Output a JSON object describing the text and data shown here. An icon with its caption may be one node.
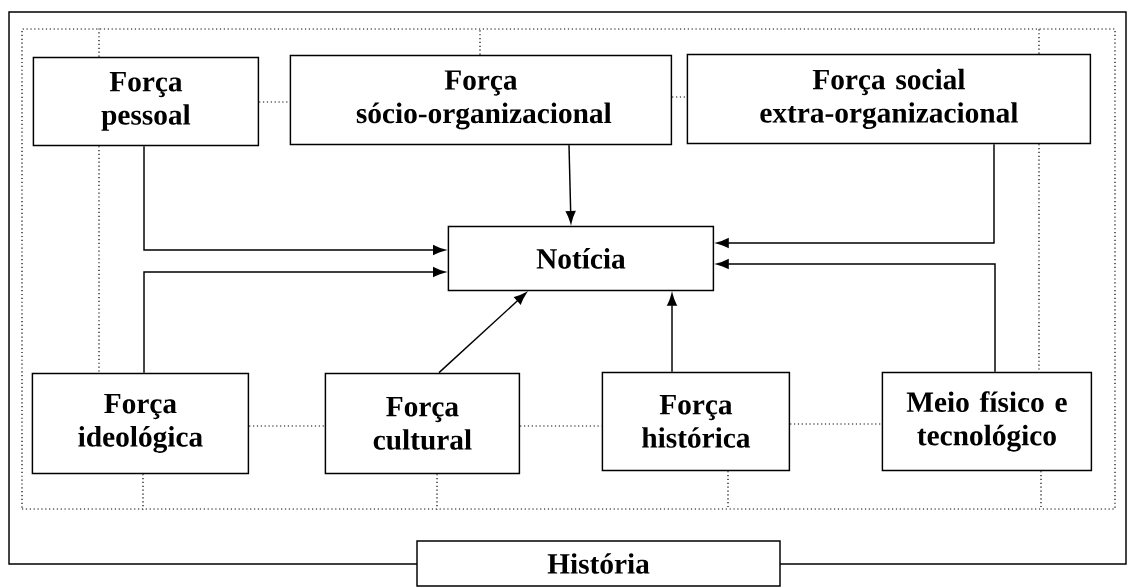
{
  "diagram": {
    "nodes": [
      {
        "text": [],
        "shape": "box"
      },
      {
        "text": [
          "Força pessoal"
        ],
        "in": 0
      },
      {
        "text": [
          "Força sócio-organizacional"
        ],
        "in": 0
      },
      {
        "text": [
          "Força social extra-organizacional"
        ],
        "in": 0
      },
      {
        "text": [
          "Notícia"
        ],
        "in": 0
      },
      {
        "text": [
          "Força ideológica"
        ],
        "in": 0
      },
      {
        "text": [
          "Força cultural"
        ],
        "in": 0
      },
      {
        "text": [
          "Força histórica"
        ],
        "in": 0
      },
      {
        "text": [
          "Meio físico e tecnológico"
        ],
        "in": 0
      },
      {
        "text": [
          "História"
        ]
      }
    ],
    "edges": [
      {
        "from": 1,
        "to": 4,
        "arrow": "to"
      },
      {
        "from": 5,
        "to": 4,
        "arrow": "to"
      },
      {
        "from": 2,
        "to": 4,
        "arrow": "to"
      },
      {
        "from": 3,
        "to": 4,
        "arrow": "to"
      },
      {
        "from": 8,
        "to": 4,
        "arrow": "to"
      },
      {
        "from": 6,
        "to": 4,
        "arrow": "to"
      },
      {
        "from": 7,
        "to": 4,
        "arrow": "to"
      },
      {
        "from": 1,
        "to": 2,
        "arrow": "none",
        "style": "dashed"
      },
      {
        "from": 2,
        "to": 3,
        "arrow": "none",
        "style": "dashed"
      },
      {
        "from": 5,
        "to": 6,
        "arrow": "none",
        "style": "dashed"
      },
      {
        "from": 6,
        "to": 7,
        "arrow": "none",
        "style": "dashed"
      },
      {
        "from": 7,
        "to": 8,
        "arrow": "none",
        "style": "dashed"
      },
      {
        "from": 1,
        "to": 5,
        "arrow": "none",
        "style": "dashed"
      },
      {
        "from": 3,
        "to": 8,
        "arrow": "none",
        "style": "dashed"
      },
      {
        "from": 1,
        "to": 0,
        "arrow": "none",
        "style": "dashed"
      },
      {
        "from": 2,
        "to": 0,
        "arrow": "none",
        "style": "dashed"
      },
      {
        "from": 3,
        "to": 0,
        "arrow": "none",
        "style": "dashed"
      },
      {
        "from": 5,
        "to": 0,
        "arrow": "none",
        "style": "dashed"
      },
      {
        "from": 6,
        "to": 0,
        "arrow": "none",
        "style": "dashed"
      },
      {
        "from": 7,
        "to": 0,
        "arrow": "none",
        "style": "dashed"
      },
      {
        "from": 8,
        "to": 0,
        "arrow": "none",
        "style": "dashed"
      }
    ]
  }
}
